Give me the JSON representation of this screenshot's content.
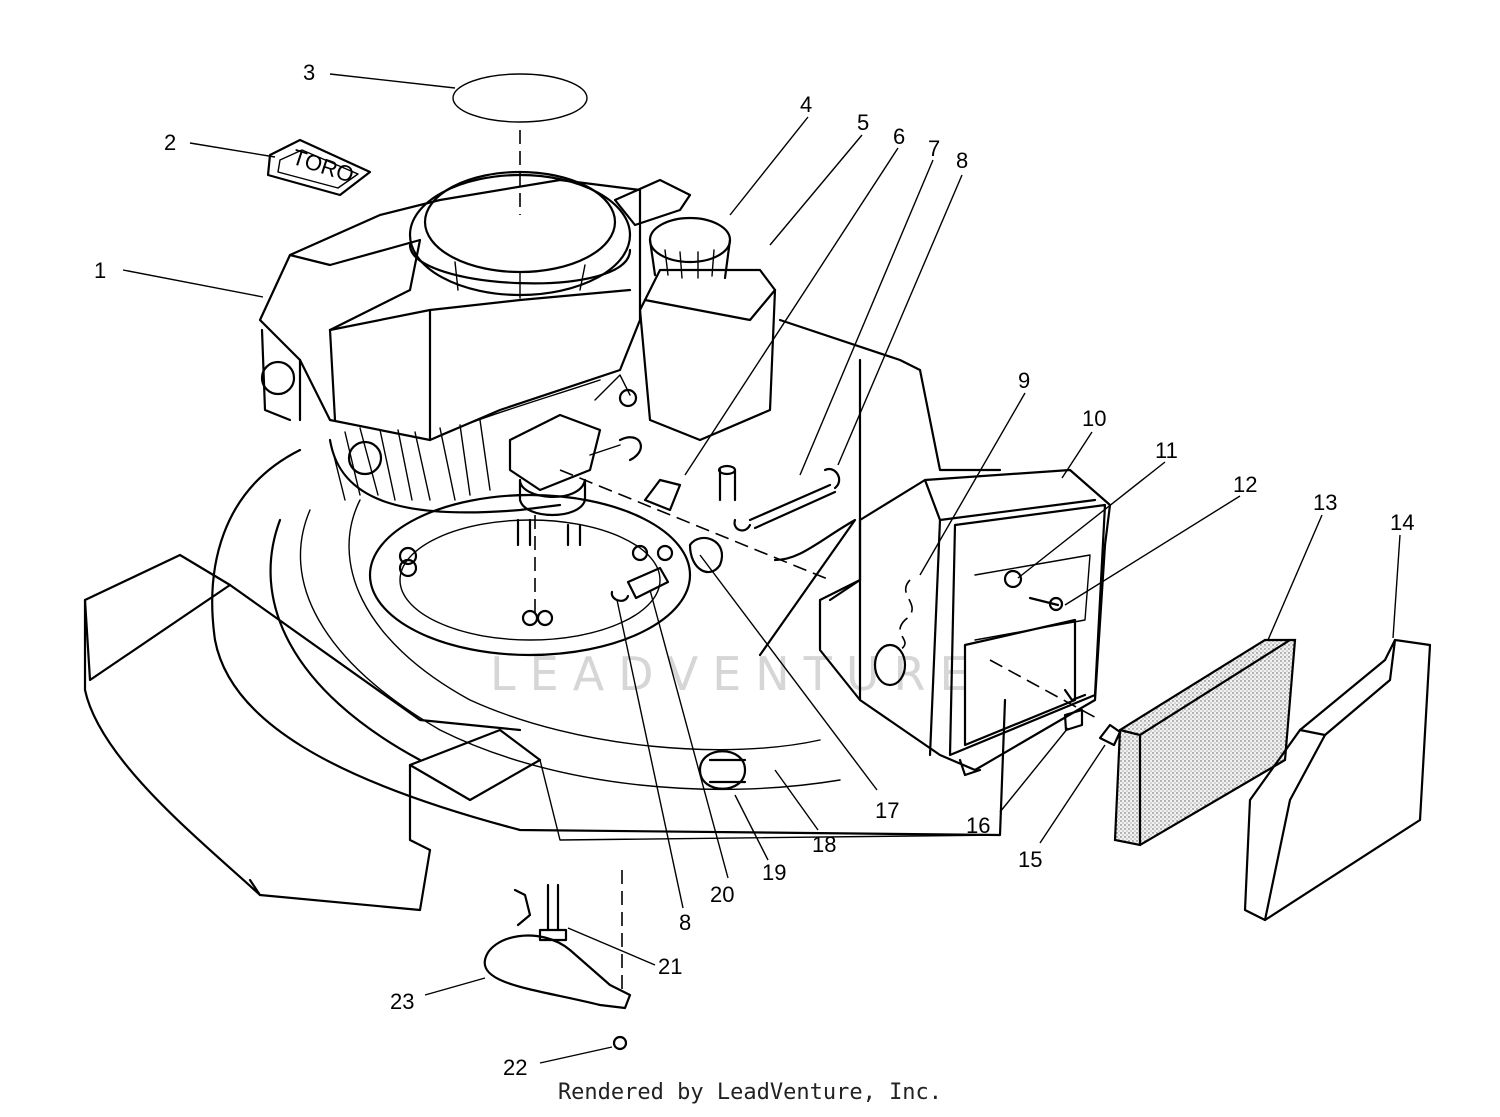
{
  "callouts": [
    "1",
    "2",
    "3",
    "4",
    "5",
    "6",
    "7",
    "8",
    "9",
    "10",
    "11",
    "12",
    "13",
    "14",
    "15",
    "16",
    "17",
    "18",
    "19",
    "20",
    "21",
    "22",
    "23",
    "8"
  ],
  "logo_text": "TORO",
  "watermark": "LEADVENTURE",
  "credit": "Rendered by LeadVenture, Inc.",
  "colors": {
    "ink": "#000000",
    "paper": "#ffffff",
    "watermark": "#d6d6d6"
  }
}
